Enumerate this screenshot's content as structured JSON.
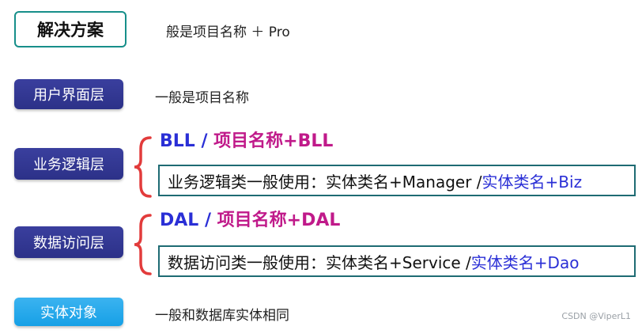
{
  "colors": {
    "dark_pill": "#2c3188",
    "light_pill": "#16a0e6",
    "title_border": "#178f8a",
    "blue_text": "#2a2fd6",
    "magenta_text": "#c01a8a",
    "brace_red": "#e23b3b",
    "box_border": "#1e6b73"
  },
  "title_row": {
    "label": "解决方案",
    "desc": "般是项目名称 ＋ Pro"
  },
  "ui_layer": {
    "label": "用户界面层",
    "desc": "一般是项目名称"
  },
  "bll_layer": {
    "label": "业务逻辑层",
    "head_a": "BLL / ",
    "head_b": "项目名称+BLL",
    "box_a": "业务逻辑类一般使用：实体类名+Manager / ",
    "box_b": "实体类名+Biz"
  },
  "dal_layer": {
    "label": "数据访问层",
    "head_a": "DAL / ",
    "head_b": "项目名称+DAL",
    "box_a": "数据访问类一般使用：实体类名+Service / ",
    "box_b": "实体类名+Dao"
  },
  "entity_layer": {
    "label": "实体对象",
    "desc": "一般和数据库实体相同"
  },
  "watermark": "CSDN @ViperL1"
}
